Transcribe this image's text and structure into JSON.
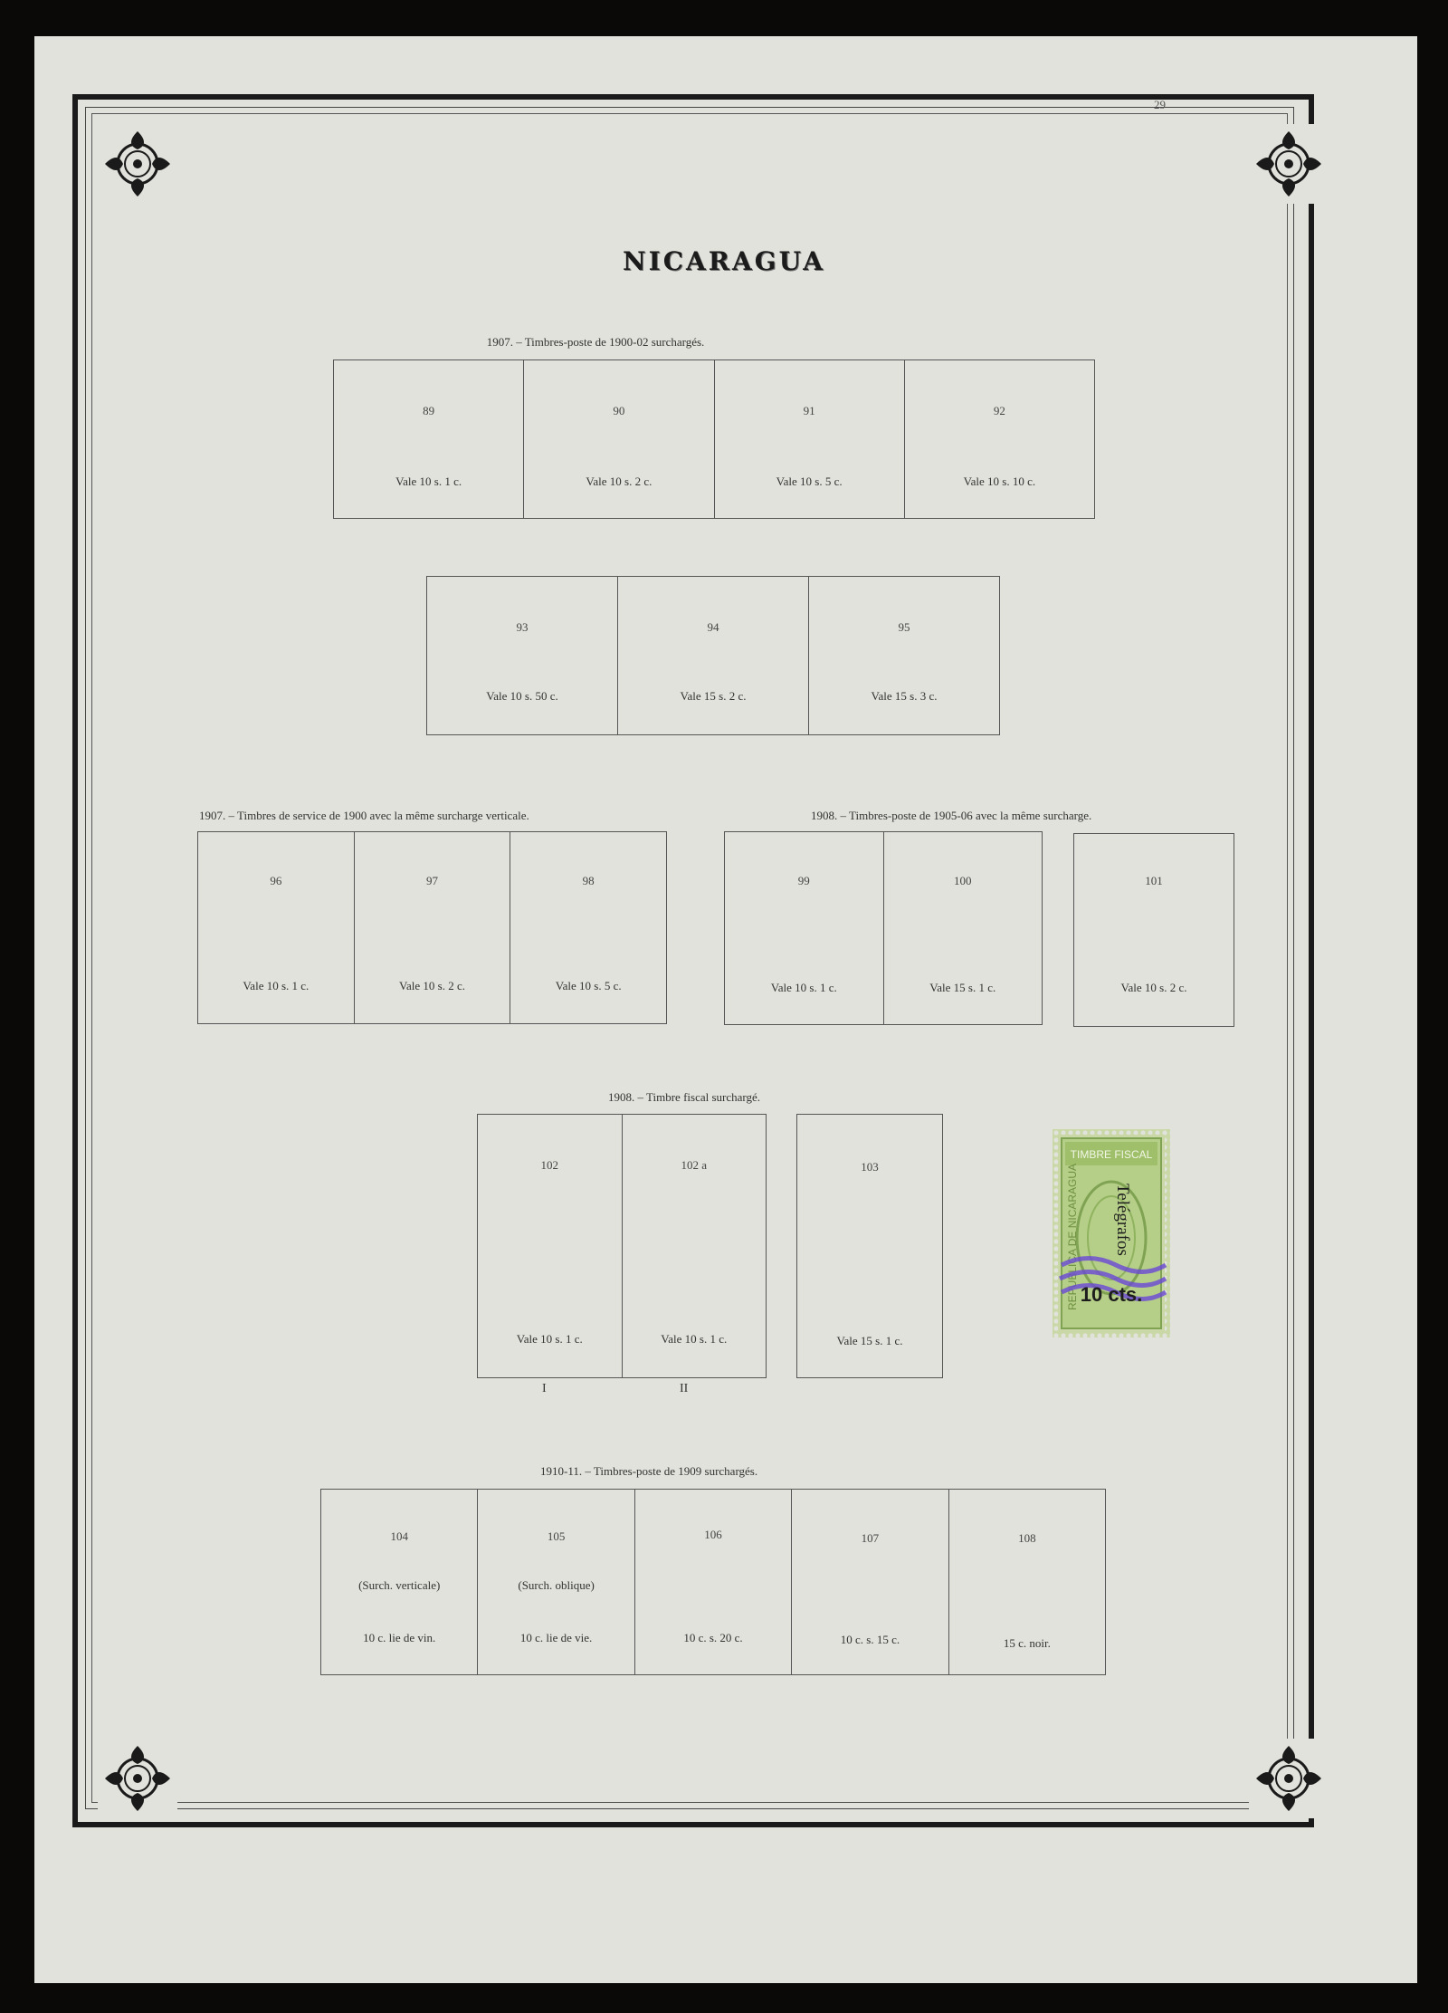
{
  "page_number": "29",
  "title": "NICARAGUA",
  "sections": {
    "s1": {
      "caption": "1907. – Timbres-poste de 1900-02 surchargés.",
      "cells": [
        {
          "num": "89",
          "value": "Vale 10 s. 1 c."
        },
        {
          "num": "90",
          "value": "Vale 10 s. 2 c."
        },
        {
          "num": "91",
          "value": "Vale 10 s. 5 c."
        },
        {
          "num": "92",
          "value": "Vale 10 s. 10 c."
        }
      ]
    },
    "s2": {
      "cells": [
        {
          "num": "93",
          "value": "Vale 10 s. 50 c."
        },
        {
          "num": "94",
          "value": "Vale 15 s. 2 c."
        },
        {
          "num": "95",
          "value": "Vale 15 s. 3 c."
        }
      ]
    },
    "s3": {
      "caption": "1907. – Timbres de service de 1900 avec la même surcharge verticale.",
      "cells": [
        {
          "num": "96",
          "value": "Vale 10 s. 1 c."
        },
        {
          "num": "97",
          "value": "Vale 10 s. 2 c."
        },
        {
          "num": "98",
          "value": "Vale 10 s. 5 c."
        }
      ]
    },
    "s4": {
      "caption": "1908. – Timbres-poste de 1905-06 avec la même surcharge.",
      "cells": [
        {
          "num": "99",
          "value": "Vale 10 s. 1 c."
        },
        {
          "num": "100",
          "value": "Vale 15 s. 1 c."
        }
      ],
      "single": {
        "num": "101",
        "value": "Vale 10 s. 2 c."
      }
    },
    "s5": {
      "caption": "1908. – Timbre fiscal surchargé.",
      "cells": [
        {
          "num": "102",
          "value": "Vale 10 s. 1 c."
        },
        {
          "num": "102 a",
          "value": "Vale 10 s. 1 c."
        }
      ],
      "single": {
        "num": "103",
        "value": "Vale 15 s. 1 c."
      },
      "type_labels": [
        "I",
        "II"
      ]
    },
    "s6": {
      "caption": "1910-11. – Timbres-poste de 1909 surchargés.",
      "cells": [
        {
          "num": "104",
          "note": "(Surch. verticale)",
          "value": "10 c. lie de vin."
        },
        {
          "num": "105",
          "note": "(Surch. oblique)",
          "value": "10 c. lie de vie."
        },
        {
          "num": "106",
          "note": "",
          "value": "10 c. s. 20 c."
        },
        {
          "num": "107",
          "note": "",
          "value": "10 c. s. 15 c."
        },
        {
          "num": "108",
          "note": "",
          "value": "15 c. noir."
        }
      ]
    }
  },
  "stamp": {
    "top_text": "TIMBRE FISCAL",
    "side_text": "REPUBLICA DE NICARAGUA",
    "overprint": "Telégrafos",
    "value_overprint": "10 cts.",
    "colors": {
      "paper": "#b6cf88",
      "ink": "#7fa352",
      "overprint": "#1d1d1d",
      "cancel": "#6a47d6"
    }
  }
}
